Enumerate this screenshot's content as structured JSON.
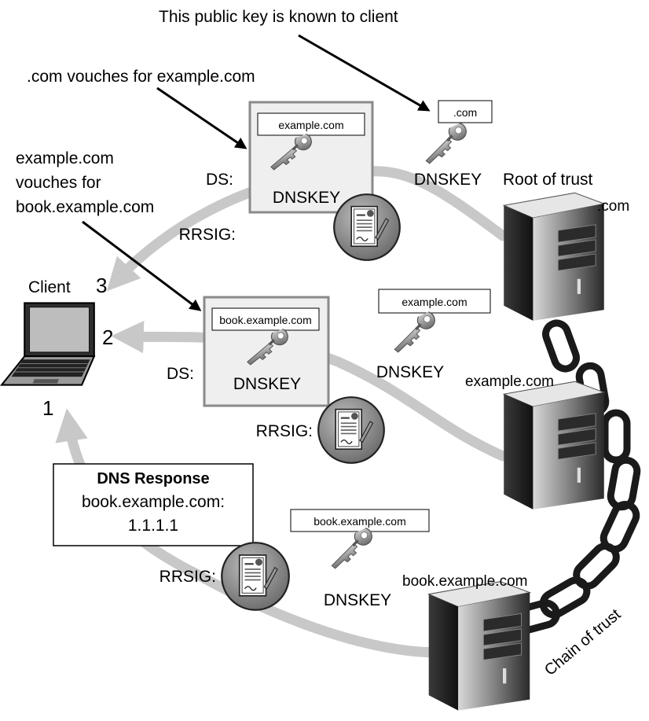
{
  "annotations": {
    "public_key_known": "This public key is known to client",
    "com_vouches": ".com vouches for example.com",
    "example_vouches_line1": "example.com",
    "example_vouches_line2": "vouches for",
    "example_vouches_line3": "book.example.com"
  },
  "client": {
    "label": "Client",
    "step1": "1",
    "step2": "2",
    "step3": "3"
  },
  "servers": {
    "root_of_trust": "Root of trust",
    "com": ".com",
    "example": "example.com",
    "book": "book.example.com",
    "chain_of_trust": "Chain of trust"
  },
  "ds_record_top": {
    "ds_label": "DS:",
    "key_owner": "example.com",
    "key_label": "DNSKEY",
    "rrsig_label": "RRSIG:"
  },
  "ds_record_middle": {
    "ds_label": "DS:",
    "key_owner": "book.example.com",
    "key_label": "DNSKEY",
    "rrsig_label": "RRSIG:"
  },
  "dnskeys": {
    "com_owner": ".com",
    "com_label": "DNSKEY",
    "example_owner": "example.com",
    "example_label": "DNSKEY",
    "book_owner": "book.example.com",
    "book_label": "DNSKEY"
  },
  "dns_response": {
    "title": "DNS Response",
    "name": "book.example.com:",
    "address": "1.1.1.1",
    "rrsig_label": "RRSIG:"
  }
}
